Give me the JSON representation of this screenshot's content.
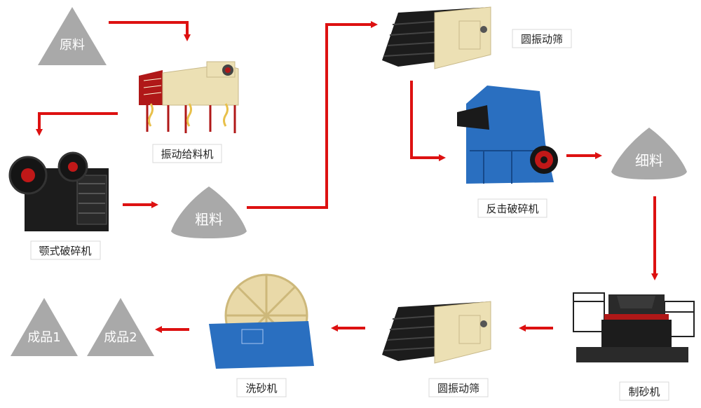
{
  "piles": {
    "raw": "原料",
    "coarse": "粗料",
    "fine": "细料",
    "product1": "成品1",
    "product2": "成品2"
  },
  "machines": {
    "vibrating_feeder": "振动给料机",
    "jaw_crusher": "颚式破碎机",
    "circular_screen_top": "圆振动筛",
    "impact_crusher": "反击破碎机",
    "sand_maker": "制砂机",
    "circular_screen_bottom": "圆振动筛",
    "sand_washer": "洗砂机"
  },
  "colors": {
    "arrow": "#dd1111",
    "pile": "#a9a9a9",
    "impact_blue": "#2a6fc0",
    "feeder_yellow": "#ece0b4",
    "screen_black": "#1c1c1c"
  }
}
